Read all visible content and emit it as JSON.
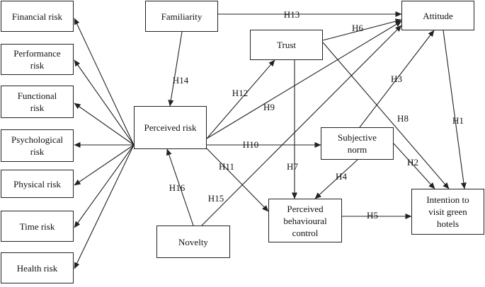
{
  "nodes": {
    "financial_risk": "Financial risk",
    "performance_risk": "Performance\nrisk",
    "functional_risk": "Functional\nrisk",
    "psychological_risk": "Psychological\nrisk",
    "physical_risk": "Physical risk",
    "time_risk": "Time risk",
    "health_risk": "Health risk",
    "familiarity": "Familiarity",
    "trust": "Trust",
    "attitude": "Attitude",
    "perceived_risk": "Perceived risk",
    "subjective_norm": "Subjective\nnorm",
    "intention": "Intention to\nvisit green\nhotels",
    "pbc": "Perceived\nbehavioural\ncontrol",
    "novelty": "Novelty"
  },
  "hypotheses": {
    "h1": "H1",
    "h2": "H2",
    "h3": "H3",
    "h4": "H4",
    "h5": "H5",
    "h6": "H6",
    "h7": "H7",
    "h8": "H8",
    "h9": "H9",
    "h10": "H10",
    "h11": "H11",
    "h12": "H12",
    "h13": "H13",
    "h14": "H14",
    "h15": "H15",
    "h16": "H16"
  },
  "colors": {
    "line": "#222222",
    "background": "#ffffff"
  }
}
